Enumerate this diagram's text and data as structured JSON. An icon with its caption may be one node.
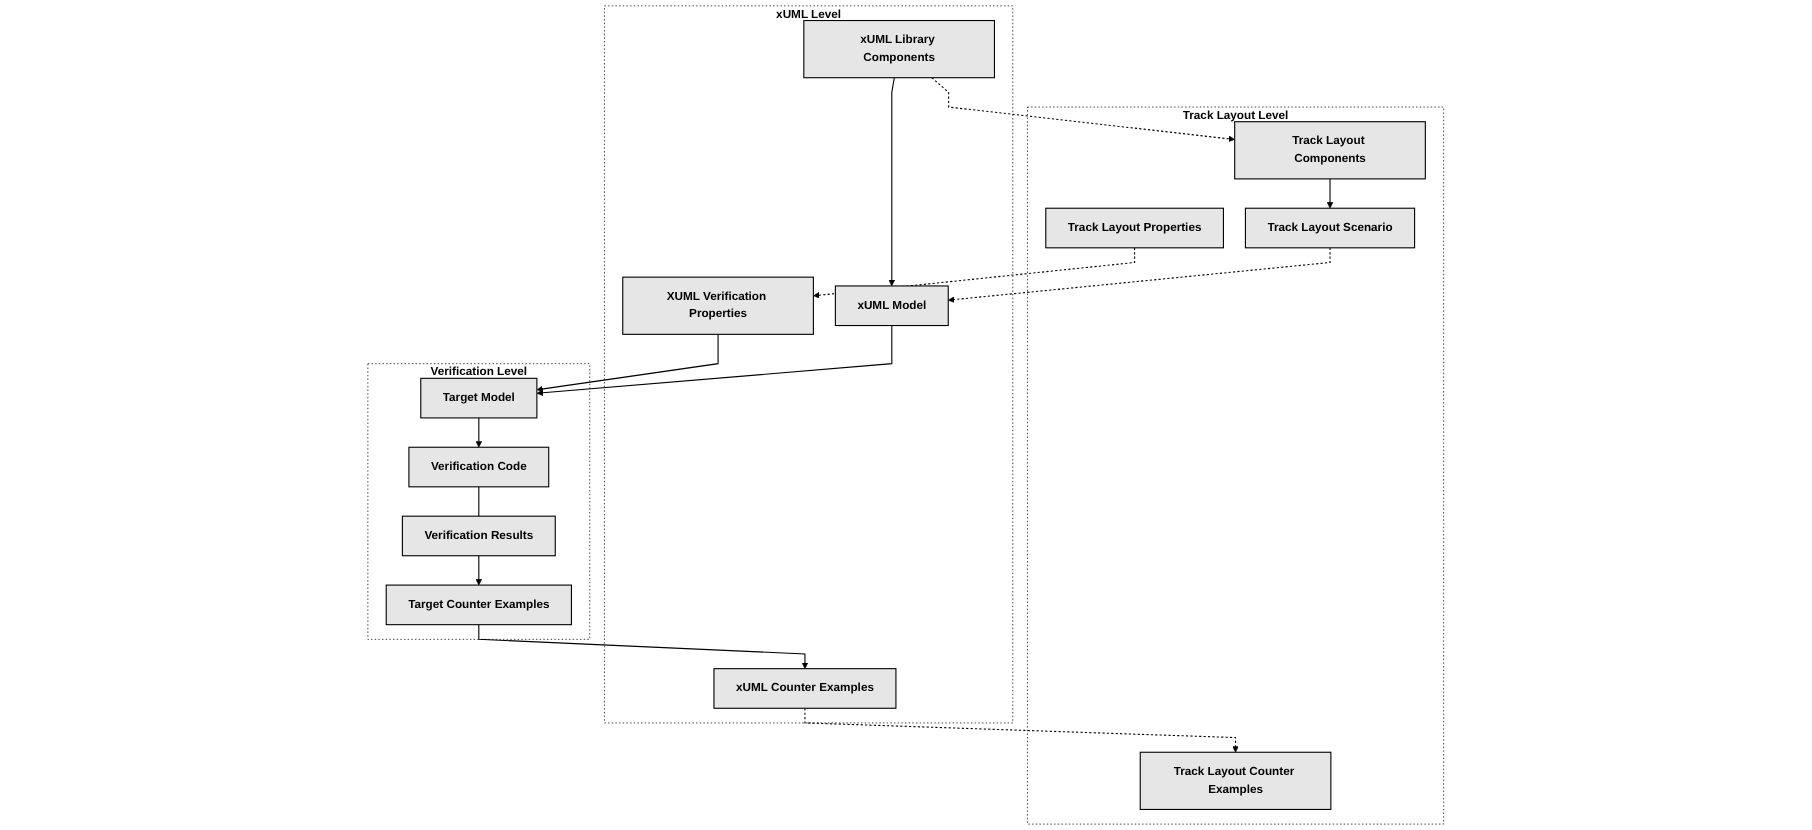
{
  "diagram": {
    "nodes": [
      {
        "text": [
          "Track Layout Level"
        ]
      },
      {
        "text": [
          "Track Layout Counter Examples"
        ],
        "in": 0
      },
      {
        "text": [
          "Track Layout Properties"
        ],
        "in": 0
      },
      {
        "text": [
          "Track Layout Scenario"
        ],
        "in": 0
      },
      {
        "text": [
          "Track Layout Components"
        ],
        "in": 0
      },
      {
        "text": [
          "xUML Level"
        ]
      },
      {
        "text": [
          "xUML Counter Examples"
        ],
        "in": 5
      },
      {
        "text": [
          "XUML Verification Properties"
        ],
        "in": 5
      },
      {
        "text": [
          "xUML Model"
        ],
        "in": 5
      },
      {
        "text": [
          "xUML Library Components"
        ],
        "in": 5
      },
      {
        "text": [
          "Verification Level"
        ]
      },
      {
        "text": [
          "Target Counter Examples"
        ],
        "in": 10
      },
      {
        "text": [
          "Target Model"
        ],
        "in": 10
      },
      {
        "text": [
          "Verification Results"
        ],
        "in": 10
      },
      {
        "text": [
          "Verification Code"
        ],
        "in": 10
      }
    ],
    "edges": [
      {
        "from": 6,
        "to": 1,
        "arrow": "to",
        "style": "dashed"
      },
      {
        "from": 2,
        "to": 7,
        "arrow": "to",
        "style": "dashed"
      },
      {
        "from": 3,
        "to": 8,
        "arrow": "to",
        "style": "dashed"
      },
      {
        "from": 9,
        "to": 4,
        "arrow": "to",
        "style": "dashed"
      },
      {
        "from": 4,
        "to": 3,
        "arrow": "to"
      },
      {
        "from": 9,
        "to": 8,
        "arrow": "to"
      },
      {
        "from": 11,
        "to": 6,
        "arrow": "to"
      },
      {
        "from": 7,
        "to": 12,
        "arrow": "to"
      },
      {
        "from": 8,
        "to": 12,
        "arrow": "to"
      },
      {
        "from": 12,
        "to": 14,
        "arrow": "to"
      },
      {
        "from": 13,
        "to": 11,
        "arrow": "to"
      },
      {
        "from": 14,
        "to": 13,
        "arrow": "none"
      }
    ]
  }
}
